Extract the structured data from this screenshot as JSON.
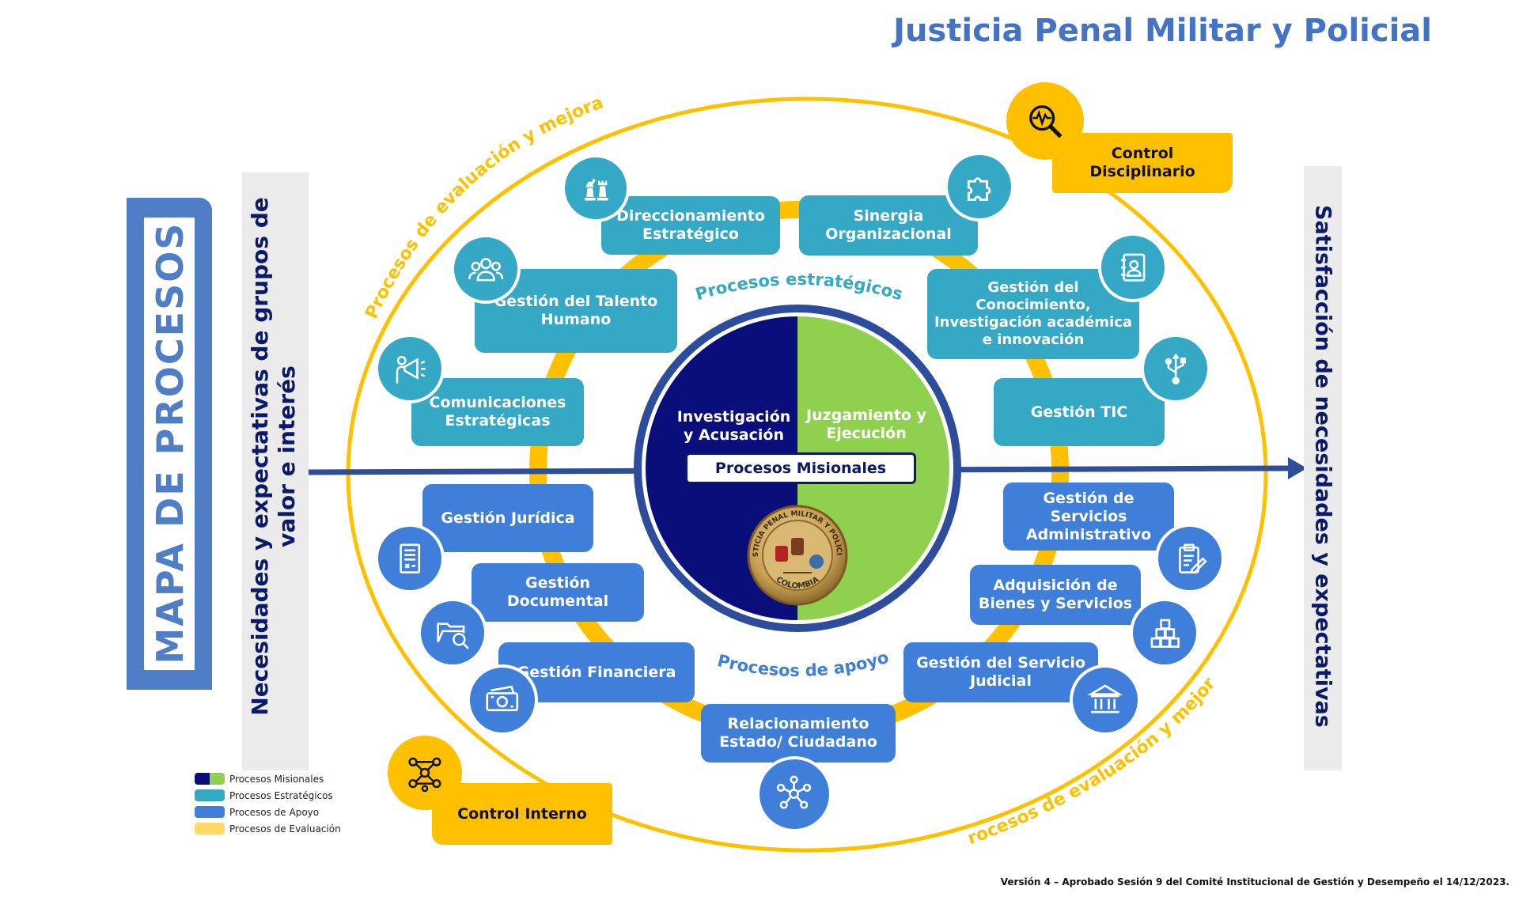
{
  "title": "Justicia Penal Militar y Policial",
  "left_banner": "MAPA DE PROCESOS",
  "left_input": "Necesidades y expectativas de grupos de valor e interés",
  "right_output": "Satisfacción de necesidades y expectativas",
  "ring_labels": {
    "evaluacion_top": "Procesos de evaluación y mejora",
    "evaluacion_bottom": "Procesos de evaluación y mejora",
    "estrategicos": "Procesos estratégicos",
    "apoyo": "Procesos de apoyo"
  },
  "center": {
    "left_label": "Investigación y Acusación",
    "right_label": "Juzgamiento y Ejecución",
    "banner": "Procesos Misionales",
    "seal_top_text": "JUSTICIA PENAL MILITAR Y POLICIAL",
    "seal_bottom_text": "COLOMBIA"
  },
  "strategic": [
    {
      "label": "Direccionamiento Estratégico",
      "icon": "chess-icon"
    },
    {
      "label": "Sinergia Organizacional",
      "icon": "puzzle-icon"
    },
    {
      "label": "Gestión del Talento Humano",
      "icon": "people-icon"
    },
    {
      "label": "Gestión del Conocimiento, Investigación académica e innovación",
      "icon": "contact-book-icon"
    },
    {
      "label": "Comunicaciones Estratégicas",
      "icon": "megaphone-icon"
    },
    {
      "label": "Gestión TIC",
      "icon": "usb-icon"
    }
  ],
  "support": [
    {
      "label": "Gestión Jurídica",
      "icon": "document-icon"
    },
    {
      "label": "Gestión de Servicios Administrativo",
      "icon": "clipboard-icon"
    },
    {
      "label": "Gestión Documental",
      "icon": "folder-search-icon"
    },
    {
      "label": "Adquisición de Bienes y Servicios",
      "icon": "boxes-icon"
    },
    {
      "label": "Gestión Financiera",
      "icon": "money-icon"
    },
    {
      "label": "Gestión del Servicio Judicial",
      "icon": "courthouse-icon"
    },
    {
      "label": "Relacionamiento Estado/ Ciudadano",
      "icon": "network-icon"
    }
  ],
  "control": {
    "disciplinario": "Control Disciplinario",
    "interno": "Control Interno",
    "disciplinario_icon": "magnifier-pulse-icon",
    "interno_icon": "network-people-icon"
  },
  "legend": [
    {
      "label": "Procesos Misionales",
      "color": "#0a0e7a",
      "color2": "#8fd14f"
    },
    {
      "label": "Procesos Estratégicos",
      "color": "#34a8c4"
    },
    {
      "label": "Procesos de Apoyo",
      "color": "#3f7fd9"
    },
    {
      "label": "Procesos de Evaluación",
      "color": "#ffd966"
    }
  ],
  "footer": "Versión 4 – Aprobado Sesión 9 del Comité Institucional de Gestión y Desempeño el 14/12/2023.",
  "colors": {
    "navy": "#0a0e7a",
    "green": "#8fd14f",
    "strategic": "#34a8c4",
    "support": "#3f7fd9",
    "gold": "#ffc000",
    "title_blue": "#4472c4",
    "banner_blue": "#4f7ec6"
  }
}
